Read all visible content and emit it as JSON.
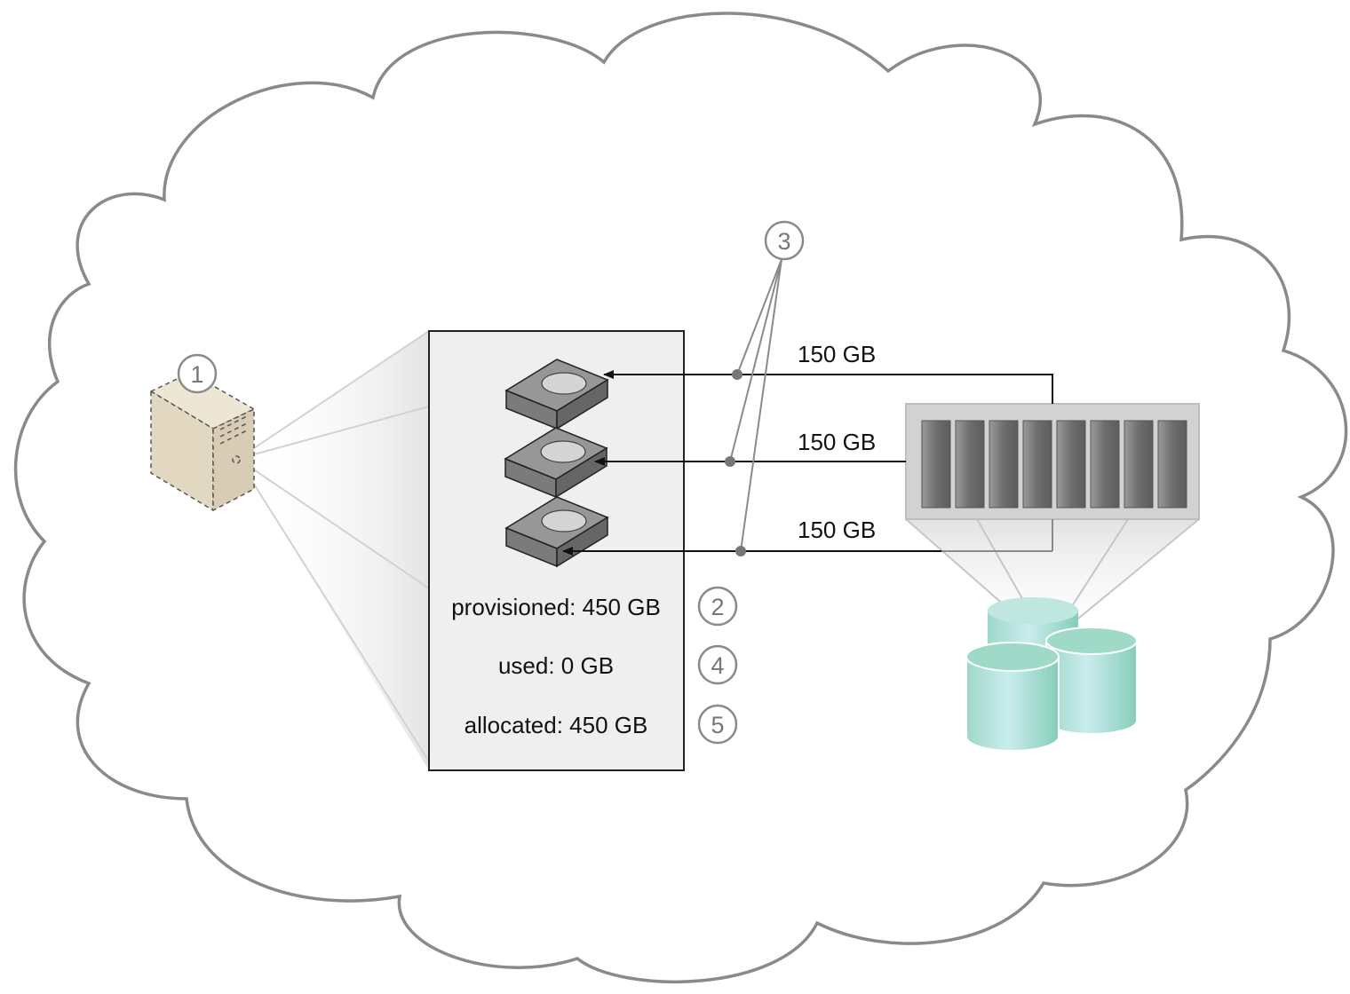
{
  "colors": {
    "cloud_stroke": "#8a8a8a",
    "panel_fill": "#efefef",
    "panel_stroke": "#222222",
    "disk_body": "#8c8c8c",
    "disk_platter": "#d4d4d4",
    "server_fill": "#e6dcc7",
    "array_frame": "#d2d2d2",
    "array_bay": "#6f6f6f",
    "cylinder": "#a9dccd",
    "callout": "#8a8a8a",
    "line": "#111111"
  },
  "icons": {
    "server": "server-tower-icon",
    "disk": "virtual-disk-icon",
    "array": "storage-array-icon",
    "database": "database-cylinder-icon"
  },
  "callouts": {
    "c1": "1",
    "c2": "2",
    "c3": "3",
    "c4": "4",
    "c5": "5"
  },
  "disks": [
    {
      "size_label": "150 GB"
    },
    {
      "size_label": "150 GB"
    },
    {
      "size_label": "150 GB"
    }
  ],
  "stats": {
    "provisioned": "provisioned: 450 GB",
    "used": "used: 0 GB",
    "allocated": "allocated: 450 GB"
  }
}
